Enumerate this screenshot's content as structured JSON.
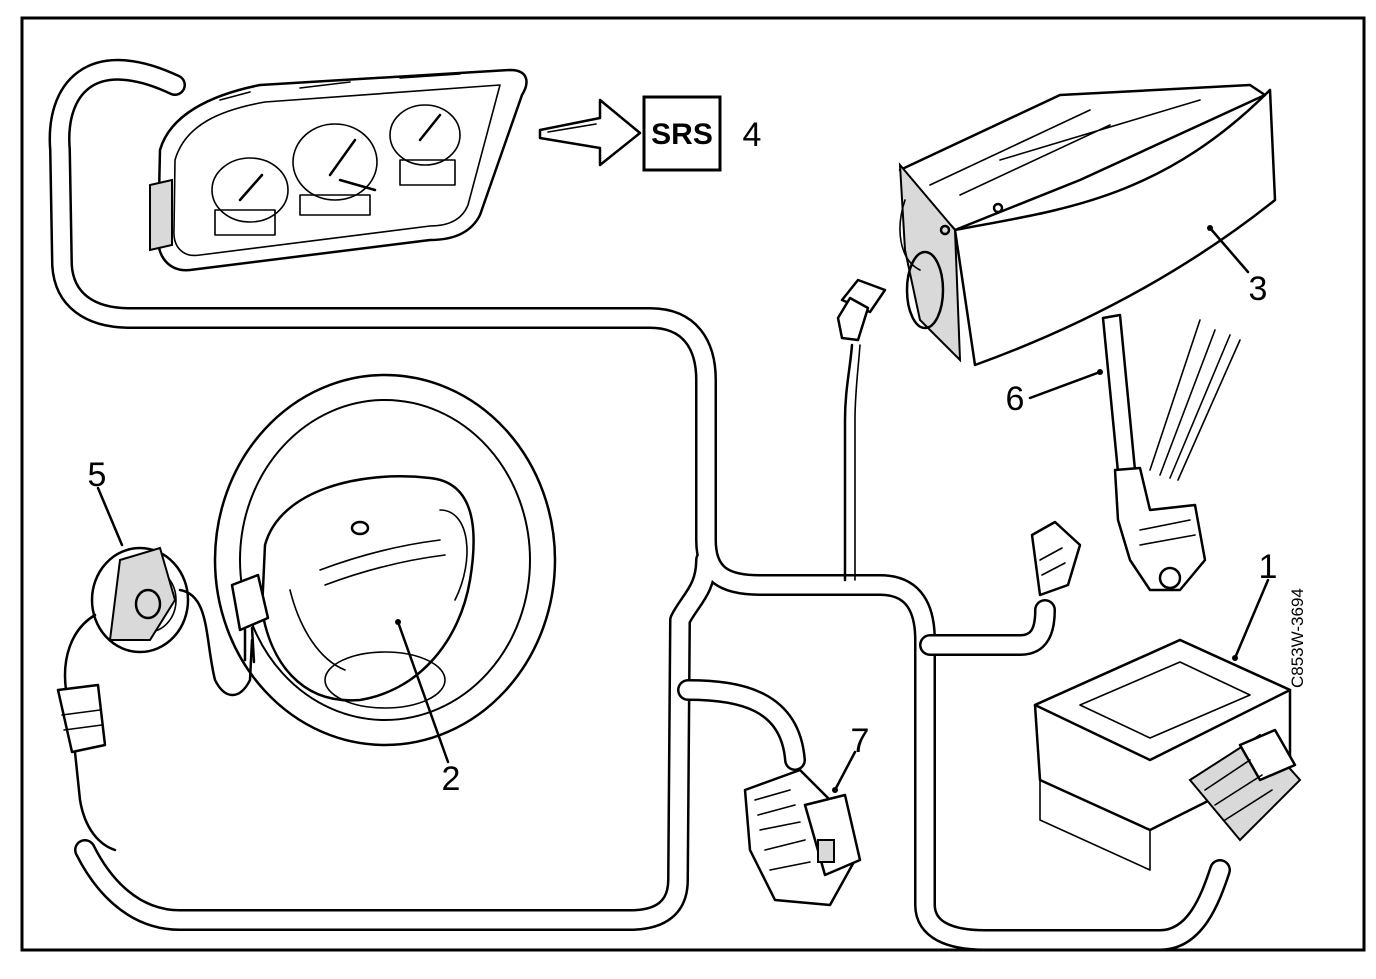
{
  "diagram": {
    "indicator_label": "SRS",
    "reference_code": "C853W-3694",
    "callouts": [
      {
        "id": "1",
        "label": "1"
      },
      {
        "id": "2",
        "label": "2"
      },
      {
        "id": "3",
        "label": "3"
      },
      {
        "id": "4",
        "label": "4"
      },
      {
        "id": "5",
        "label": "5"
      },
      {
        "id": "6",
        "label": "6"
      },
      {
        "id": "7",
        "label": "7"
      }
    ]
  }
}
